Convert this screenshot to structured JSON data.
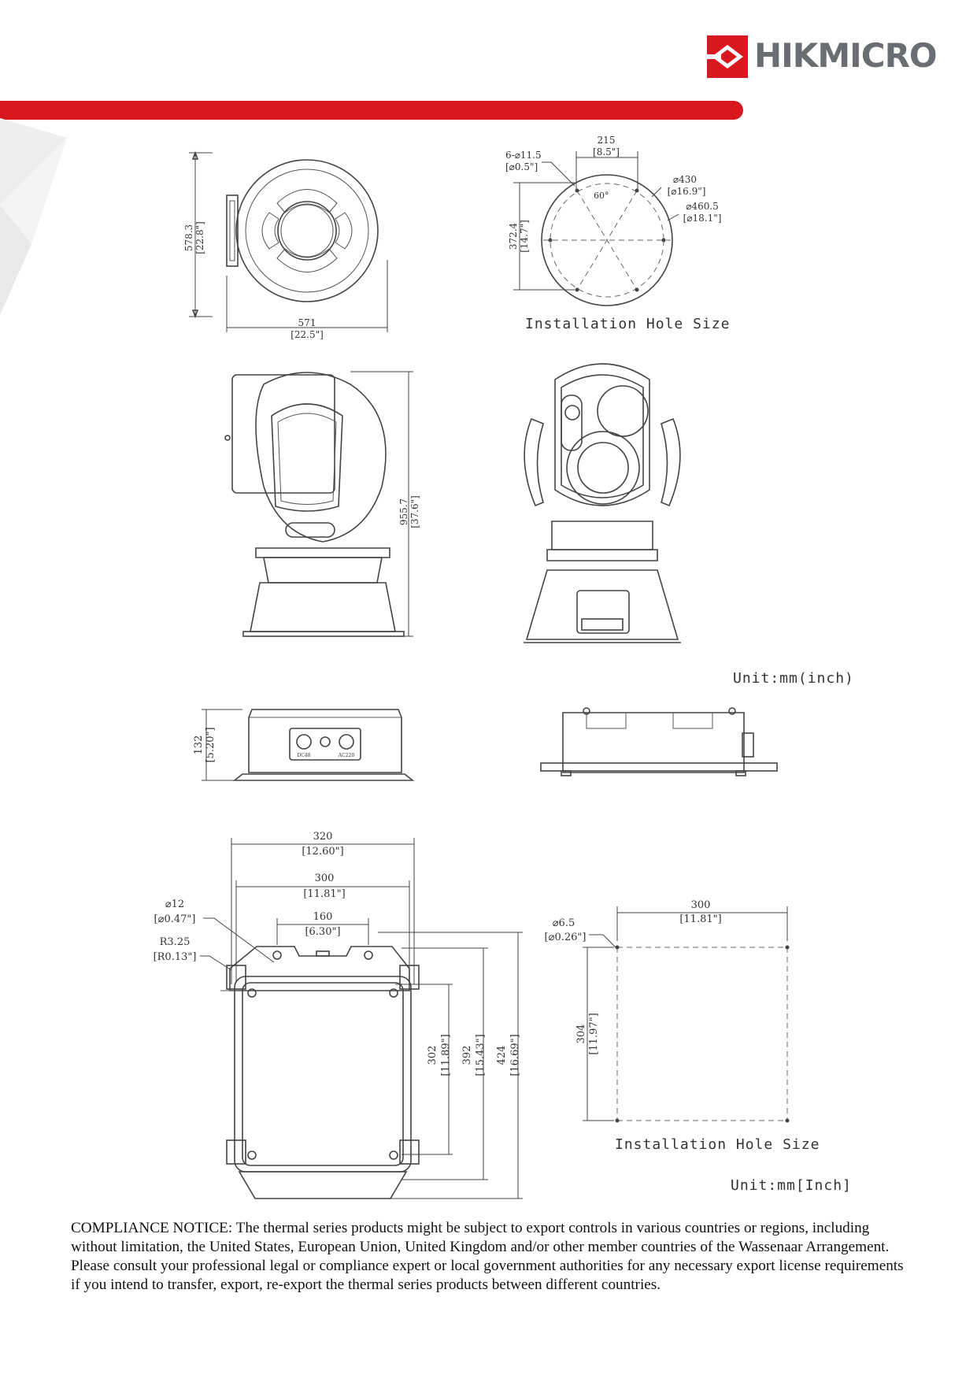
{
  "brand": {
    "name": "HIKMICRO",
    "red": "#d8171f",
    "gray": "#6a6e73"
  },
  "top_view": {
    "height_mm": "578.3",
    "height_in": "[22.8\"]",
    "width_mm": "571",
    "width_in": "[22.5\"]"
  },
  "install_hole_1": {
    "holes": "6-⌀11.5",
    "holes_in": "[⌀0.5\"]",
    "spacing_mm": "215",
    "spacing_in": "[8.5\"]",
    "angle": "60°",
    "pcd_mm": "⌀430",
    "pcd_in": "[⌀16.9\"]",
    "outer_mm": "⌀460.5",
    "outer_in": "[⌀18.1\"]",
    "height_mm": "372.4",
    "height_in": "[14.7\"]",
    "caption": "Installation Hole Size"
  },
  "side_view": {
    "height_mm": "955.7",
    "height_in": "[37.6\"]"
  },
  "unit_1": "Unit:mm(inch)",
  "box_side": {
    "height_mm": "132",
    "height_in": "[5.20\"]",
    "label_dc": "DC48",
    "label_ac": "AC220"
  },
  "box_front": {
    "w320_mm": "320",
    "w320_in": "[12.60\"]",
    "w300_mm": "300",
    "w300_in": "[11.81\"]",
    "w160_mm": "160",
    "w160_in": "[6.30\"]",
    "hole_mm": "⌀12",
    "hole_in": "[⌀0.47\"]",
    "radius_mm": "R3.25",
    "radius_in": "[R0.13\"]",
    "h302_mm": "302",
    "h302_in": "[11.89\"]",
    "h392_mm": "392",
    "h392_in": "[15.43\"]",
    "h424_mm": "424",
    "h424_in": "[16.69\"]"
  },
  "install_hole_2": {
    "hole_mm": "⌀6.5",
    "hole_in": "[⌀0.26\"]",
    "w_mm": "300",
    "w_in": "[11.81\"]",
    "h_mm": "304",
    "h_in": "[11.97\"]",
    "caption": "Installation Hole Size"
  },
  "unit_2": "Unit:mm[Inch]",
  "compliance_notice": "COMPLIANCE NOTICE: The thermal series products might be subject to export controls in various countries or regions, including without limitation, the United States, European Union, United Kingdom and/or other member countries of the Wassenaar Arrangement. Please consult your professional legal or compliance expert or local government authorities for any necessary export license requirements if you intend to transfer, export, re-export the thermal series products between different countries."
}
